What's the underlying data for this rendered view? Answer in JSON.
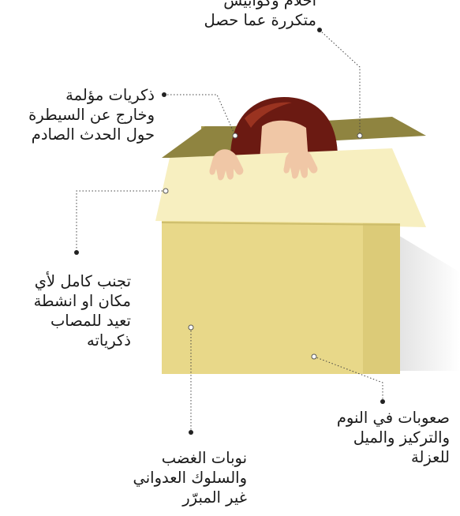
{
  "labels": {
    "nightmares": {
      "lines": [
        "أحلام وكوابيس",
        "متكررة عما حصل"
      ]
    },
    "painful_memories": {
      "lines": [
        "ذكريات مؤلمة",
        "وخارج عن السيطرة",
        "حول الحدث الصادم"
      ]
    },
    "avoidance": {
      "lines": [
        "تجنب كامل لأي",
        "مكان او انشطة",
        "تعيد للمصاب",
        "ذكرياته"
      ]
    },
    "sleep_difficulty": {
      "lines": [
        "صعوبات في النوم",
        "والتركيز والميل",
        "للعزلة"
      ]
    },
    "anger": {
      "lines": [
        "نوبات الغضب",
        "والسلوك العدواني",
        "غير المبرّر"
      ]
    }
  },
  "colors": {
    "box_front": "#e8d889",
    "box_front_side": "#dccb78",
    "flap_front": "#f7efc0",
    "flap_back": "#8f8440",
    "box_interior": "#a89a4e",
    "hair": "#6b1a12",
    "hair_highlight": "#9a3320",
    "skin": "#f0c7a6",
    "shadow": "#dcdcdc",
    "leader_line": "#444444"
  }
}
